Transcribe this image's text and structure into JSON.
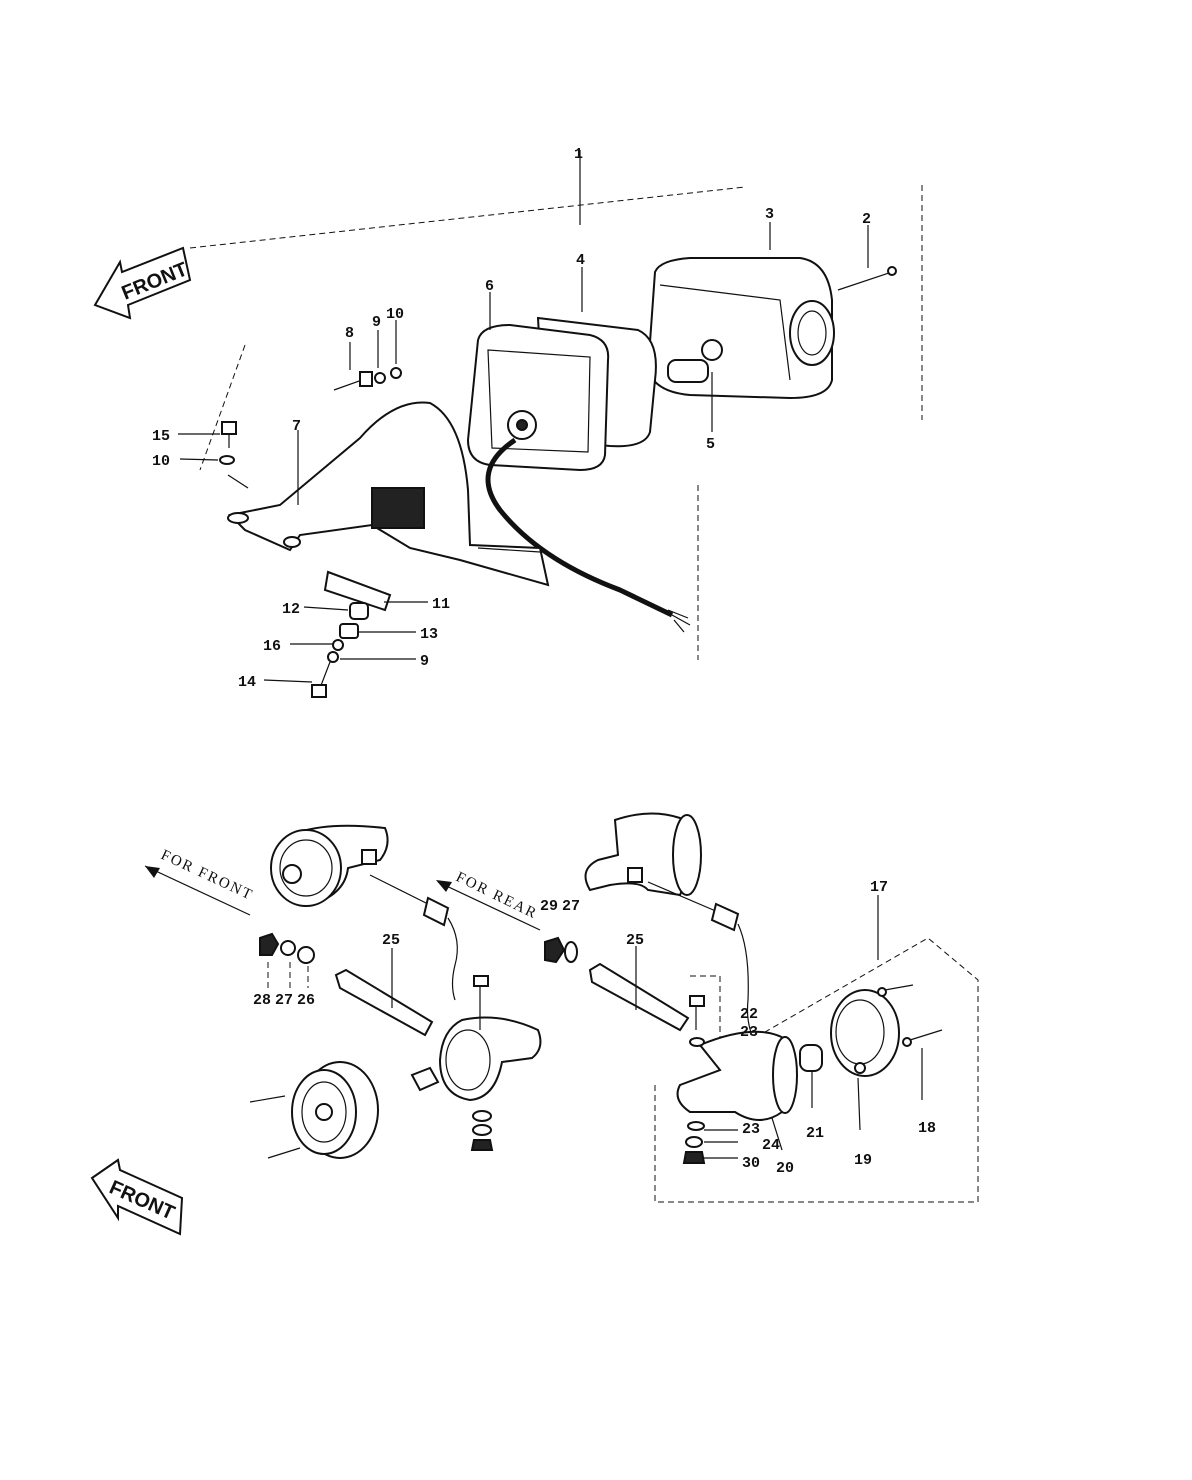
{
  "arrows": {
    "front_top": "FRONT",
    "front_bottom": "FRONT",
    "for_front": "FOR FRONT",
    "for_rear": "FOR REAR"
  },
  "callouts": {
    "c1": "1",
    "c2": "2",
    "c3": "3",
    "c4": "4",
    "c5": "5",
    "c6": "6",
    "c7": "7",
    "c8": "8",
    "c9a": "9",
    "c10a": "10",
    "c15": "15",
    "c10b": "10",
    "c11": "11",
    "c12": "12",
    "c13": "13",
    "c16": "16",
    "c9b": "9",
    "c14": "14",
    "c17": "17",
    "c18": "18",
    "c19": "19",
    "c20": "20",
    "c21": "21",
    "c22": "22",
    "c23a": "23",
    "c23b": "23",
    "c24": "24",
    "c30": "30",
    "c25a": "25",
    "c25b": "25",
    "c26": "26",
    "c27a": "27",
    "c28": "28",
    "c29": "29",
    "c27b": "27"
  }
}
